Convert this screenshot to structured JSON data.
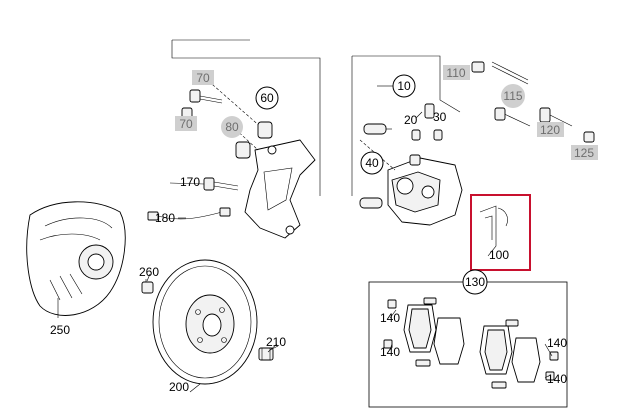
{
  "diagram": {
    "callouts": {
      "c10": "10",
      "c20": "20",
      "c30": "30",
      "c40": "40",
      "c60": "60",
      "c70a": "70",
      "c70b": "70",
      "c80": "80",
      "c100": "100",
      "c110": "110",
      "c115": "115",
      "c120": "120",
      "c125": "125",
      "c130": "130",
      "c140a": "140",
      "c140b": "140",
      "c140c": "140",
      "c140d": "140",
      "c170": "170",
      "c180": "180",
      "c200": "200",
      "c210": "210",
      "c250": "250",
      "c260": "260"
    },
    "colors": {
      "highlight": "#c8102e",
      "greyed_label_bg": "#cfcfcf",
      "greyed_label_text": "#6e6e6e"
    }
  }
}
